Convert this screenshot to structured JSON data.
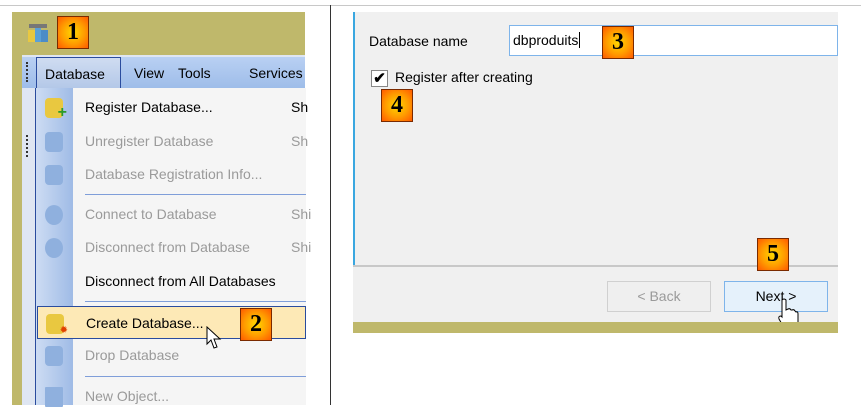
{
  "badges": [
    "1",
    "2",
    "3",
    "4",
    "5"
  ],
  "menubar": {
    "items": [
      "Database",
      "View",
      "Tools",
      "Services"
    ]
  },
  "menu": {
    "items": [
      {
        "label": "Register Database...",
        "shortcut": "Sh",
        "enabled": true
      },
      {
        "label": "Unregister Database",
        "shortcut": "Sh",
        "enabled": false
      },
      {
        "label": "Database Registration Info...",
        "shortcut": "",
        "enabled": false
      },
      {
        "label": "Connect to Database",
        "shortcut": "Shi",
        "enabled": false
      },
      {
        "label": "Disconnect from Database",
        "shortcut": "Shi",
        "enabled": false
      },
      {
        "label": "Disconnect from All Databases",
        "shortcut": "",
        "enabled": true
      },
      {
        "label": "Create Database...",
        "shortcut": "",
        "enabled": true,
        "highlighted": true
      },
      {
        "label": "Drop Database",
        "shortcut": "",
        "enabled": false
      },
      {
        "label": "New Object...",
        "shortcut": "",
        "enabled": false
      }
    ]
  },
  "wizard": {
    "db_name_label": "Database name",
    "db_name_value": "dbproduits",
    "register_label": "Register after creating",
    "register_checked": true,
    "back_label": "< Back",
    "next_label": "Next >"
  },
  "colors": {
    "olive": "#bfb86b",
    "menu_blue": "#9ebde9",
    "highlight": "#fde9b6",
    "accent": "#2a4c9e"
  }
}
